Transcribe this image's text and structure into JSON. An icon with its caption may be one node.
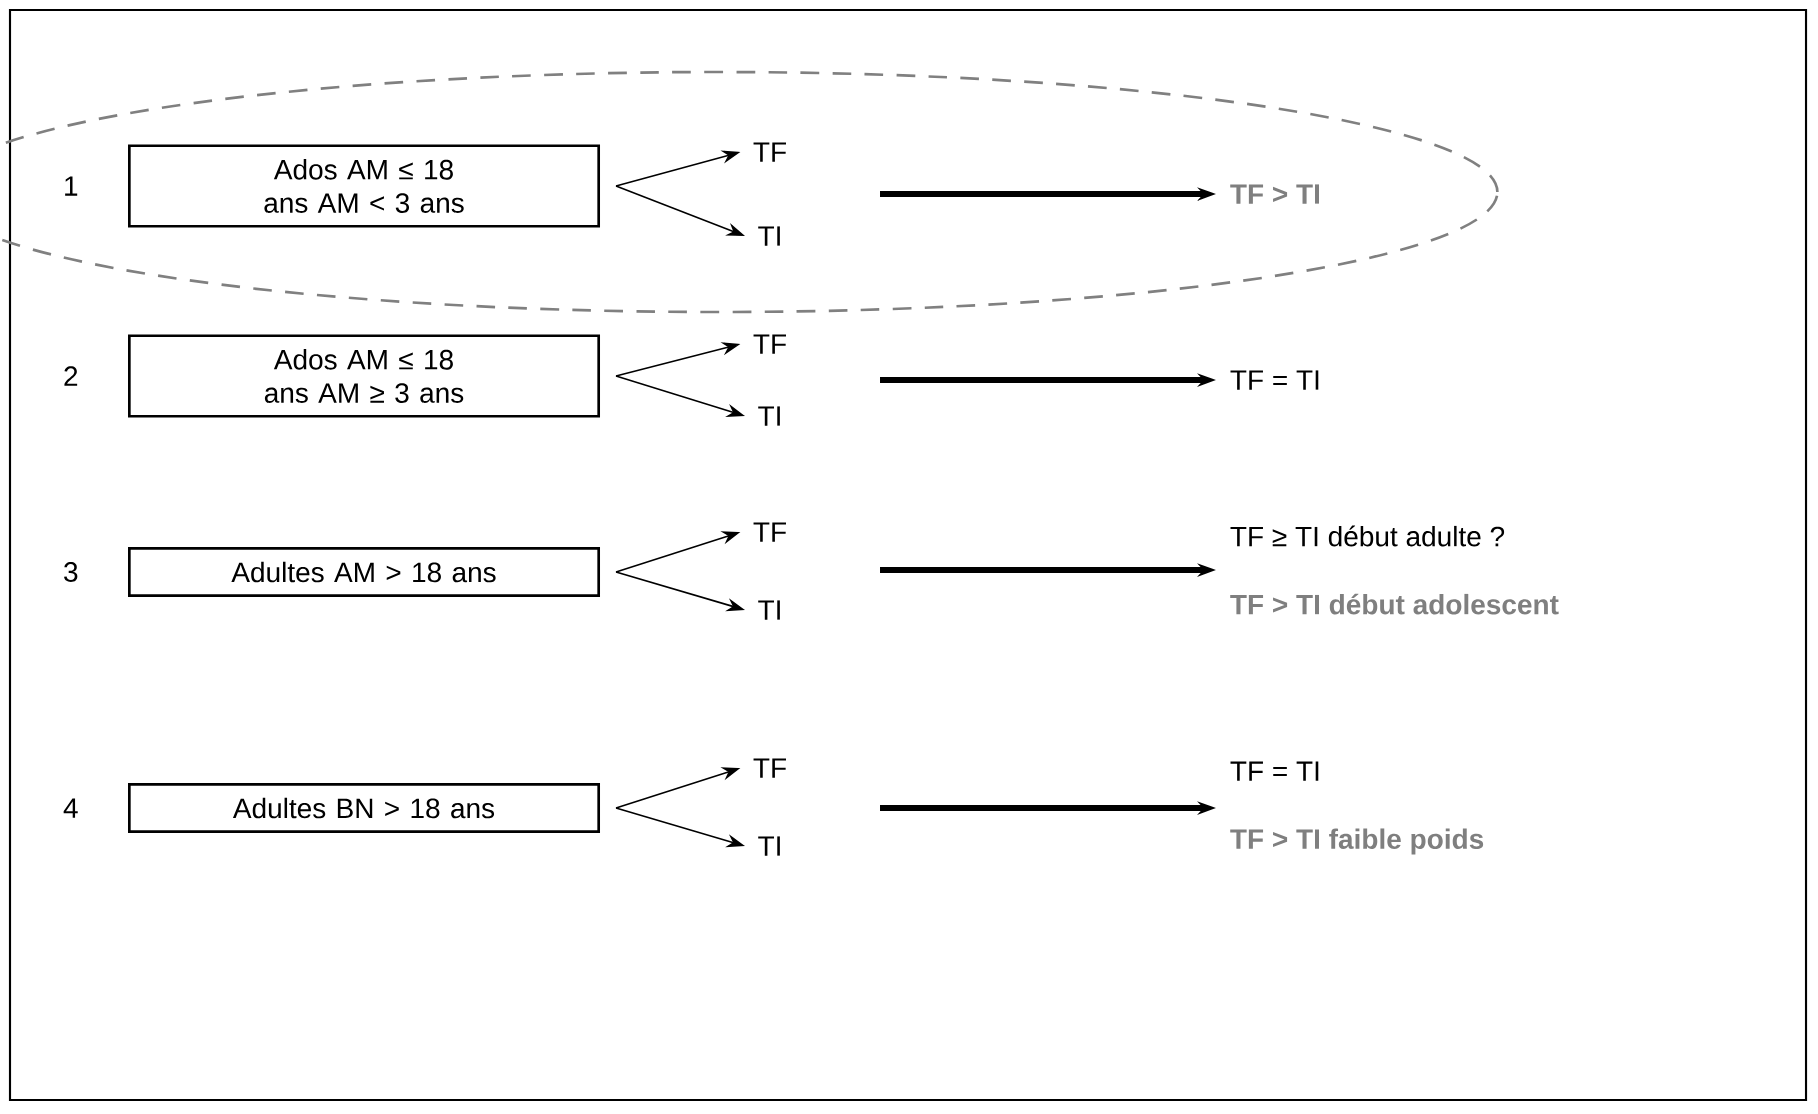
{
  "diagram": {
    "nodes": [
      {
        "text": [],
        "shape": "ellipse"
      },
      {
        "text": [
          "Ados AM ≤ 18 ans AM < 3 ans"
        ],
        "beside": [
          "1"
        ],
        "in": 0
      },
      {
        "text": [
          "TF"
        ],
        "in": 0
      },
      {
        "text": [
          "TI"
        ],
        "in": 0
      },
      {
        "text": [
          "TF > TI"
        ],
        "in": 0
      },
      {
        "text": [
          "Ados AM ≤ 18 ans AM ≥ 3 ans"
        ],
        "beside": [
          "2"
        ]
      },
      {
        "text": [
          "TF"
        ]
      },
      {
        "text": [
          "TI"
        ]
      },
      {
        "text": [
          "TF = TI"
        ]
      },
      {
        "text": [
          "Adultes AM > 18 ans"
        ],
        "beside": [
          "3"
        ]
      },
      {
        "text": [
          "TF"
        ]
      },
      {
        "text": [
          "TI"
        ]
      },
      {
        "text": [
          "TF ≥ TI début adulte ?",
          "TF > TI début adolescent"
        ]
      },
      {
        "text": [
          "Adultes BN > 18 ans"
        ],
        "beside": [
          "4"
        ]
      },
      {
        "text": [
          "TF"
        ]
      },
      {
        "text": [
          "TI"
        ]
      },
      {
        "text": [
          "TF = TI",
          "TF > TI faible poids"
        ]
      }
    ],
    "edges": [
      {
        "from": 1,
        "to": 2,
        "arrow": "to"
      },
      {
        "from": 1,
        "to": 3,
        "arrow": "to"
      },
      {
        "from": null,
        "to": 4,
        "arrow": "to",
        "style": "thick"
      },
      {
        "from": 5,
        "to": 6,
        "arrow": "to"
      },
      {
        "from": 5,
        "to": 7,
        "arrow": "to"
      },
      {
        "from": null,
        "to": 8,
        "arrow": "to",
        "style": "thick"
      },
      {
        "from": 9,
        "to": 10,
        "arrow": "to"
      },
      {
        "from": 9,
        "to": 11,
        "arrow": "to"
      },
      {
        "from": null,
        "to": 12,
        "arrow": "to",
        "style": "thick"
      },
      {
        "from": 13,
        "to": 14,
        "arrow": "to"
      },
      {
        "from": 13,
        "to": 15,
        "arrow": "to"
      },
      {
        "from": null,
        "to": 16,
        "arrow": "to",
        "style": "thick"
      }
    ]
  }
}
